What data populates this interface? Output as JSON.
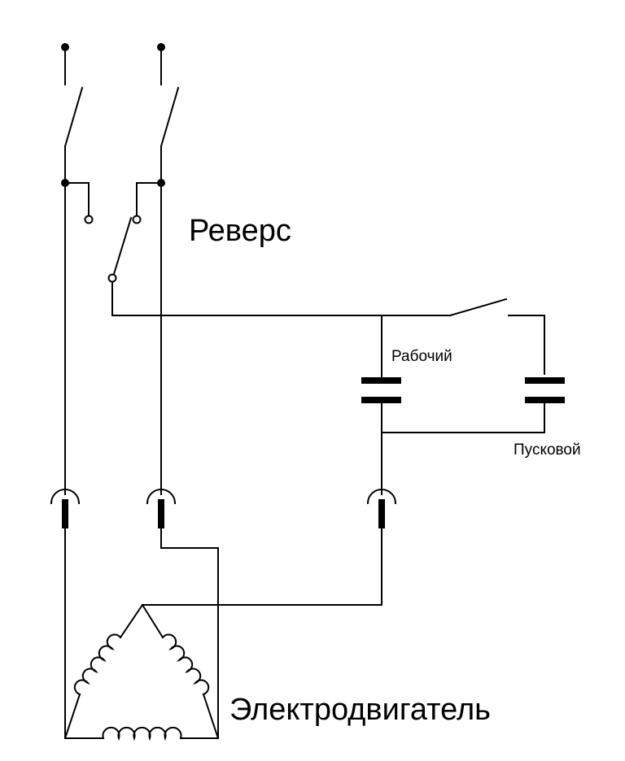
{
  "diagram": {
    "labels": {
      "reverse": "Реверс",
      "working_capacitor": "Рабочий",
      "starting_capacitor": "Пусковой",
      "motor": "Электродвигатель"
    },
    "colors": {
      "line": "#000000",
      "background": "#ffffff"
    },
    "components": [
      "line-switch-1",
      "line-switch-2",
      "reverse-switch",
      "start-button",
      "working-capacitor",
      "starting-capacitor",
      "connector-1",
      "connector-2",
      "connector-3",
      "motor-delta-windings"
    ]
  }
}
